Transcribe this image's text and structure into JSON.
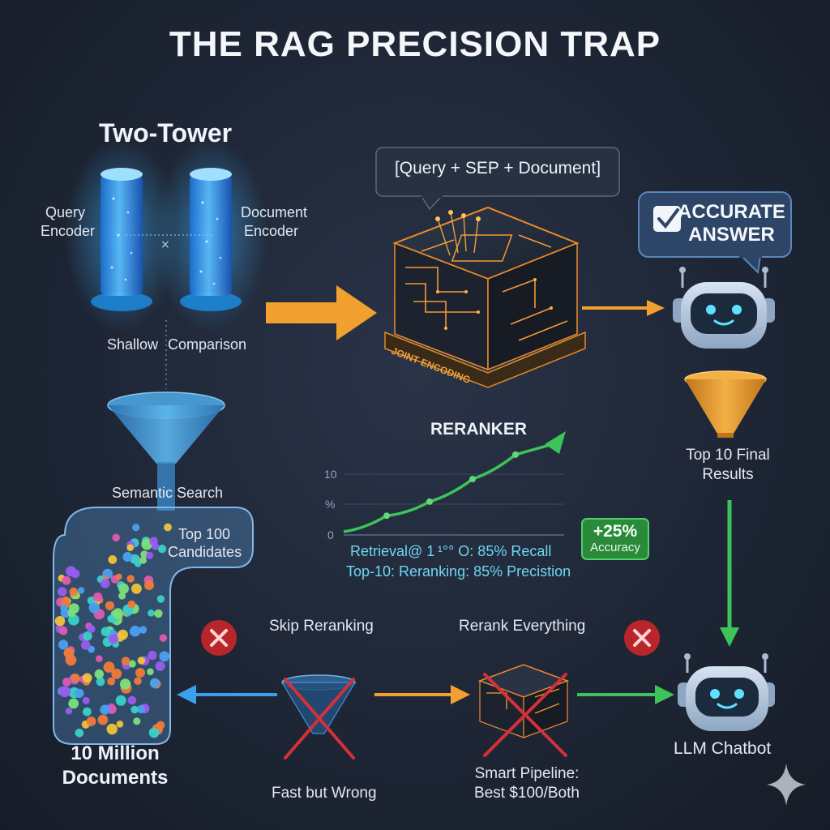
{
  "title": "THE RAG PRECISION TRAP",
  "two_tower": {
    "heading": "Two-Tower",
    "left_label_1": "Query",
    "left_label_2": "Encoder",
    "right_label_1": "Document",
    "right_label_2": "Encoder",
    "cross_glyph": "×",
    "bottom_left": "Shallow",
    "bottom_right": "Comparison"
  },
  "reranker": {
    "bubble": "[Query + SEP + Document]",
    "chip_text": "JOINT ENCODING",
    "label": "RERANKER"
  },
  "answer": {
    "line1": "ACCURATE",
    "line2": "ANSWER"
  },
  "top10": {
    "line1": "Top 10 Final",
    "line2": "Results"
  },
  "funnel_label": "Semantic Search",
  "pipe_label_1": "Top 100",
  "pipe_label_2": "Candidates",
  "documents": {
    "line1": "10 Million",
    "line2": "Documents"
  },
  "chart_data": {
    "type": "line",
    "ytick_labels": [
      "10",
      "%",
      "0"
    ],
    "values": [
      0.0,
      0.17,
      0.32,
      0.56,
      0.82
    ],
    "caption_1": "Retrieval@ 1 ¹°° O: 85% Recall",
    "caption_2": "Top-10: Reranking: 85% Precistion",
    "badge_1": "+25%",
    "badge_2": "Accuracy"
  },
  "bottom": {
    "skip_label": "Skip Reranking",
    "rerank_label": "Rerank Everything",
    "fast_label": "Fast but Wrong",
    "smart_1": "Smart Pipeline:",
    "smart_2": "Best $100/Both",
    "chatbot_label": "LLM Chatbot"
  },
  "colors": {
    "orange": "#f2a02f",
    "green": "#3cc45a",
    "blue": "#3aa0ee",
    "cyan": "#6fd6f2",
    "red": "#e0383e",
    "background": "#1e2636"
  }
}
